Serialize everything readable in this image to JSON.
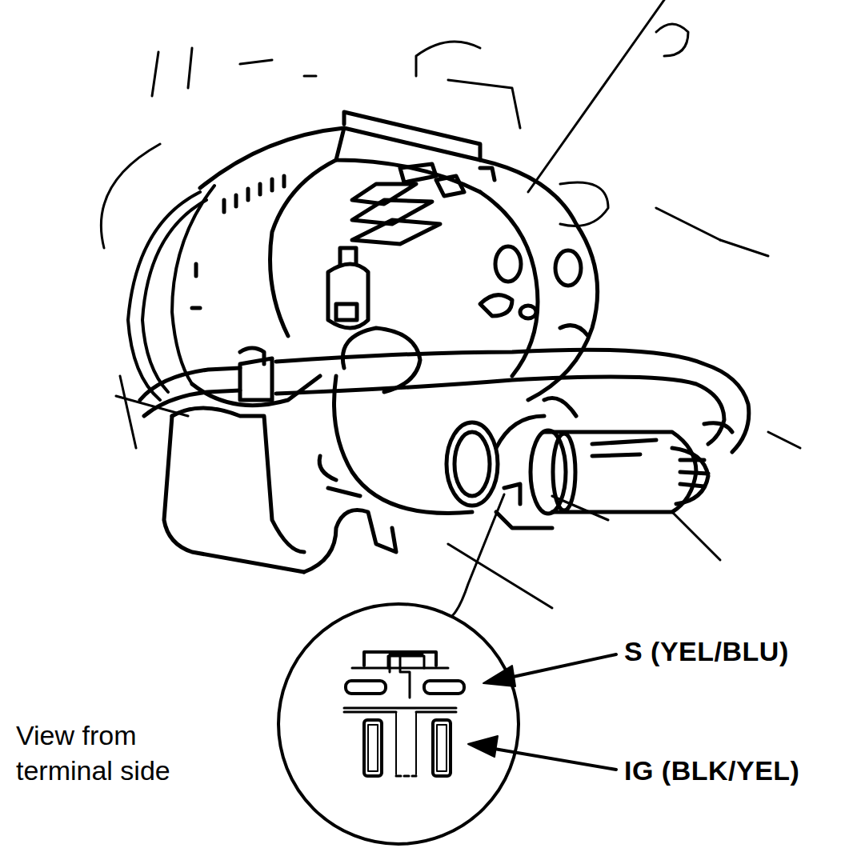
{
  "diagram": {
    "labels": [
      "View from terminal side",
      "S (YEL/BLU)",
      "IG (BLK/YEL)"
    ]
  }
}
